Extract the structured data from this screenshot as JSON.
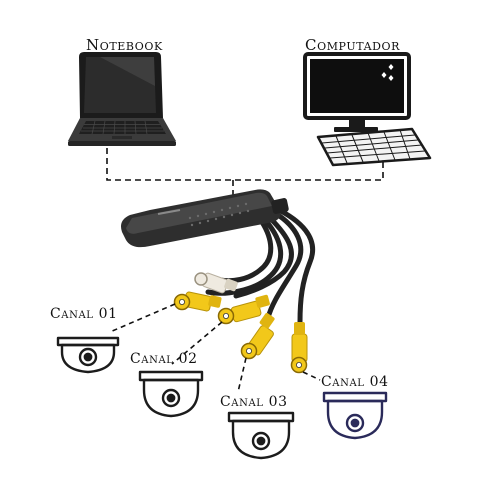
{
  "devices": {
    "notebook": {
      "label": "Notebook",
      "icon": "laptop-icon"
    },
    "computer": {
      "label": "Computador",
      "icon": "desktop-computer-icon"
    }
  },
  "adapter": {
    "icon": "usb-video-capture-adapter-icon",
    "connectors": [
      "white",
      "yellow",
      "yellow",
      "yellow",
      "yellow"
    ]
  },
  "channels": [
    {
      "label": "Canal 01",
      "icon": "dome-camera-icon"
    },
    {
      "label": "Canal 02",
      "icon": "dome-camera-icon"
    },
    {
      "label": "Canal 03",
      "icon": "dome-camera-icon"
    },
    {
      "label": "Canal 04",
      "icon": "dome-camera-icon"
    }
  ],
  "colors": {
    "rca_yellow": "#f2c81a",
    "rca_white": "#efeae0",
    "adapter_body": "#2e2e2e",
    "camera_stroke": "#1c1c1c",
    "camera_4_stroke": "#2a2a5a"
  }
}
